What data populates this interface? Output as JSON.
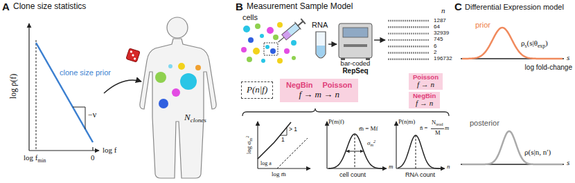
{
  "diagram": {
    "nodes": [
      {
        "text": [
          "P(n|f)"
        ]
      },
      {
        "text": [
          "NegBin",
          "Poisson",
          "f → m → n"
        ]
      },
      {
        "text": [
          "Poisson",
          "f → n"
        ]
      },
      {
        "text": [
          "NegBin",
          "f → n"
        ]
      }
    ],
    "labels": [
      "A",
      "Clone size statistics",
      "log ρ(f)",
      "log f",
      "log f",
      "min",
      "0",
      "clone size prior",
      "−ν",
      "N",
      "clones",
      "B",
      "Measurement Sample Model",
      "cells",
      "RNA",
      "bar-coded",
      "RepSeq",
      "n",
      "1287",
      "64",
      "32939",
      "745",
      "6",
      "2",
      "196732",
      "log σ",
      "m",
      "2",
      "log m̄",
      "> 1",
      "1",
      "log a",
      "P(m|f)",
      "m̄ = Mf",
      "σ",
      "m",
      "2",
      "m",
      "cell count",
      "P(n|m)",
      "n̄ =",
      "N",
      "read",
      "M",
      "m",
      "n",
      "RNA count",
      "C",
      "Differential Expression model",
      "prior",
      "ρ",
      "s",
      "(s|θ",
      "exp",
      ")",
      "s",
      "log fold-change",
      "posterior",
      "ρ(s|n, n′)",
      "s"
    ]
  }
}
